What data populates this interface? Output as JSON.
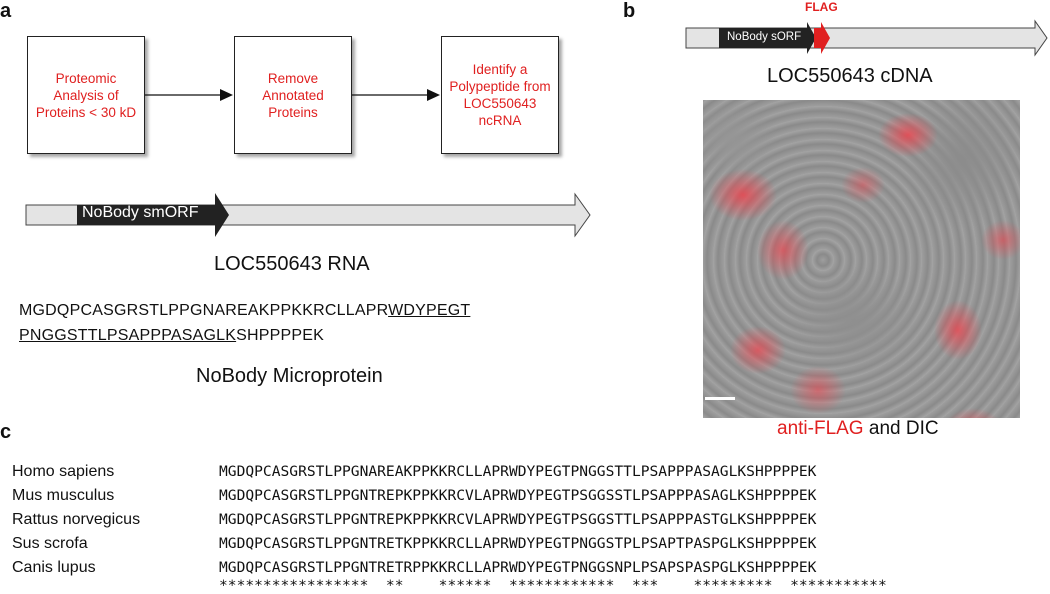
{
  "panels": {
    "a": "a",
    "b": "b",
    "c": "c"
  },
  "flowchart": {
    "boxes": [
      "Proteomic\nAnalysis of\nProteins < 30 kD",
      "Remove\nAnnotated\nProteins",
      "Identify a\nPolypeptide from\nLOC550643\nncRNA"
    ]
  },
  "rna": {
    "orf_label": "NoBody smORF",
    "caption": "LOC550643 RNA"
  },
  "sequence": {
    "line1_plain": "MGDQPCASGRSTLPPGNAREAKPPKKRCLLAPR",
    "line1_underlined": "WDYPEGT",
    "line2_underlined": "PNGGSTTLPSAPPPASAGLK",
    "line2_plain": "SHPPPPEK",
    "caption": "NoBody Microprotein"
  },
  "cdna": {
    "tag_label": "FLAG",
    "orf_label": "NoBody sORF",
    "caption": "LOC550643 cDNA"
  },
  "micrograph": {
    "caption_red": "anti-FLAG",
    "caption_black": " and DIC"
  },
  "alignment": {
    "rows": [
      {
        "organism": "Homo sapiens",
        "sequence": "MGDQPCASGRSTLPPGNAREAKPPKKRCLLAPRWDYPEGTPNGGSTTLPSAPPPASAGLKSHPPPPEK"
      },
      {
        "organism": "Mus musculus",
        "sequence": "MGDQPCASGRSTLPPGNTREPKPPKKRCVLAPRWDYPEGTPSGGSSTLPSAPPPASAGLKSHPPPPEK"
      },
      {
        "organism": "Rattus norvegicus",
        "sequence": "MGDQPCASGRSTLPPGNTREPKPPKKRCVLAPRWDYPEGTPSGGSTTLPSAPPPASTGLKSHPPPPEK"
      },
      {
        "organism": "Sus scrofa",
        "sequence": "MGDQPCASGRSTLPPGNTRETKPPKKRCLLAPRWDYPEGTPNGGSTPLPSAPTPASPGLKSHPPPPEK"
      },
      {
        "organism": "Canis lupus",
        "sequence": "MGDQPCASGRSTLPPGNTRETRPPKKRCLLAPRWDYPEGTPNGGSNPLPSAPSPASPGLKSHPPPPEK"
      }
    ],
    "consensus": "*****************  **    ******  ************  ***    *********  ***********"
  },
  "colors": {
    "accent_red": "#e02020",
    "orf_black": "#222222",
    "transcript_grey": "#e4e4e4"
  }
}
